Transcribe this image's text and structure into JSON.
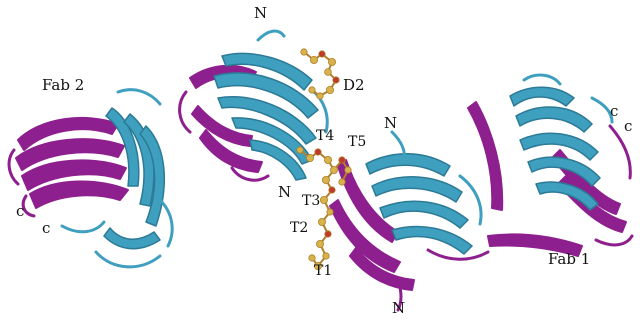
{
  "figure": {
    "colors": {
      "heavy_chain": "#8e1f8e",
      "light_chain": "#3e9fbf",
      "light_chain_dark": "#2c7a96",
      "ligand_atoms": "#d8b24a",
      "ligand_bonds": "#b0802a",
      "ligand_accent": "#c0392b"
    },
    "labels": {
      "fab2": "Fab 2",
      "fab1": "Fab 1",
      "d2": "D2",
      "t1": "T1",
      "t2": "T2",
      "t3": "T3",
      "t4": "T4",
      "t5": "T5",
      "n_top": "N",
      "n_mid_left": "N",
      "n_mid_right": "N",
      "n_bottom": "N",
      "c_left_1": "c",
      "c_left_2": "c",
      "c_right_1": "c",
      "c_right_2": "c"
    }
  }
}
